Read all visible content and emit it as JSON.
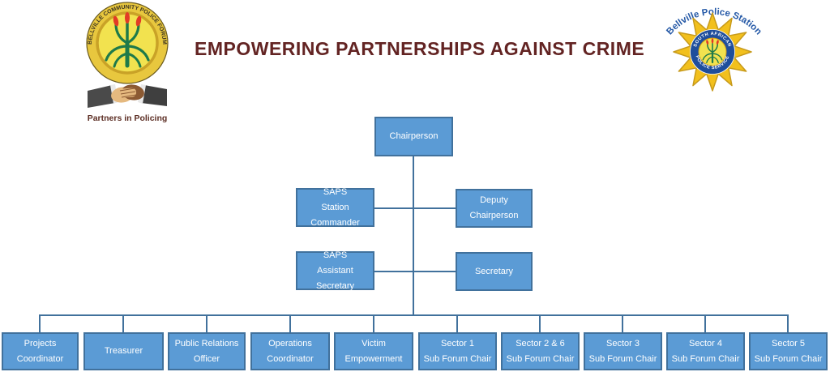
{
  "title": {
    "text": "EMPOWERING PARTNERSHIPS AGAINST CRIME",
    "color": "#632423"
  },
  "logos": {
    "left": {
      "ring_text": "BELLVILLE COMMUNITY POLICE FORUM",
      "tagline": "Partners in Policing"
    },
    "right": {
      "arc_text": "Bellville Police Station",
      "badge_top": "SOUTH AFRICAN",
      "badge_bottom": "POLICE SERVICE"
    }
  },
  "colors": {
    "box_fill": "#5B9BD5",
    "box_border": "#41719C",
    "connector_line": "#41719C",
    "box_text": "#FFFFFF",
    "title_text": "#632423",
    "badge_gold": "#F2C01D",
    "badge_blue": "#1F4E9C",
    "logo_yellow": "#F2E24F",
    "plant_green": "#1E7A4A",
    "plant_red": "#E23B26"
  },
  "org": {
    "chairperson": {
      "line1": "Chairperson"
    },
    "station_commander": {
      "line1": "SAPS",
      "line2": "Station Commander"
    },
    "deputy_chairperson": {
      "line1": "Deputy Chairperson"
    },
    "assistant_secretary": {
      "line1": "SAPS",
      "line2": "Assistant Secretary"
    },
    "secretary": {
      "line1": "Secretary"
    },
    "bottom_row": [
      {
        "line1": "Projects",
        "line2": "Coordinator"
      },
      {
        "line1": "Treasurer",
        "line2": ""
      },
      {
        "line1": "Public Relations",
        "line2": "Officer"
      },
      {
        "line1": "Operations",
        "line2": "Coordinator"
      },
      {
        "line1": "Victim",
        "line2": "Empowerment"
      },
      {
        "line1": "Sector 1",
        "line2": "Sub Forum Chair"
      },
      {
        "line1": "Sector 2 & 6",
        "line2": "Sub Forum Chair"
      },
      {
        "line1": "Sector 3",
        "line2": "Sub Forum Chair"
      },
      {
        "line1": "Sector 4",
        "line2": "Sub Forum Chair"
      },
      {
        "line1": "Sector 5",
        "line2": "Sub Forum Chair"
      }
    ]
  }
}
